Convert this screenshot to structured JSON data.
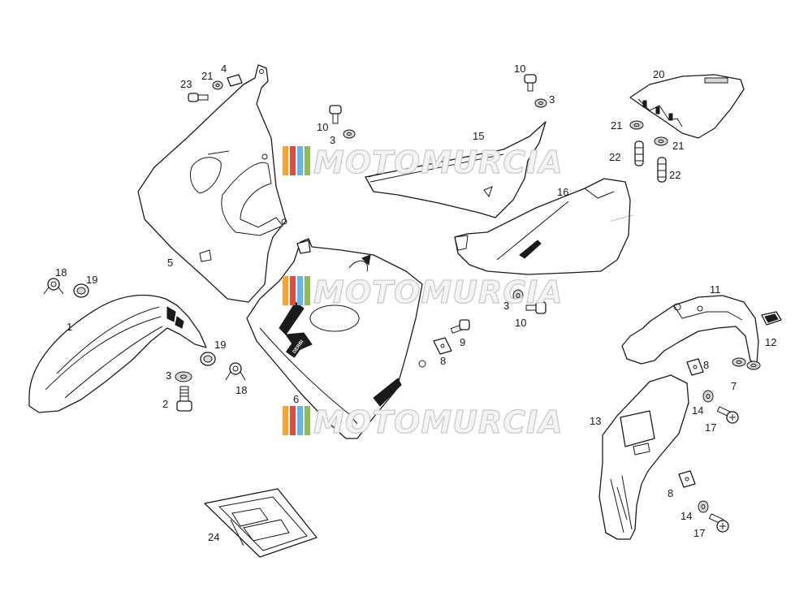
{
  "watermark": {
    "text": "MOTOMURCIA",
    "stripe_colors": [
      "#f2a33a",
      "#e8473b",
      "#6db3e8",
      "#8cc152"
    ]
  },
  "decal": {
    "text": "DERBI"
  },
  "labels": [
    {
      "id": "l1",
      "text": "1"
    },
    {
      "id": "l2",
      "text": "2"
    },
    {
      "id": "l3a",
      "text": "3"
    },
    {
      "id": "l3b",
      "text": "3"
    },
    {
      "id": "l3c",
      "text": "3"
    },
    {
      "id": "l3d",
      "text": "3"
    },
    {
      "id": "l4",
      "text": "4"
    },
    {
      "id": "l5",
      "text": "5"
    },
    {
      "id": "l6",
      "text": "6"
    },
    {
      "id": "l7",
      "text": "7"
    },
    {
      "id": "l8a",
      "text": "8"
    },
    {
      "id": "l8b",
      "text": "8"
    },
    {
      "id": "l8c",
      "text": "8"
    },
    {
      "id": "l9",
      "text": "9"
    },
    {
      "id": "l10a",
      "text": "10"
    },
    {
      "id": "l10b",
      "text": "10"
    },
    {
      "id": "l10c",
      "text": "10"
    },
    {
      "id": "l11",
      "text": "11"
    },
    {
      "id": "l12",
      "text": "12"
    },
    {
      "id": "l13",
      "text": "13"
    },
    {
      "id": "l14a",
      "text": "14"
    },
    {
      "id": "l14b",
      "text": "14"
    },
    {
      "id": "l15",
      "text": "15"
    },
    {
      "id": "l16",
      "text": "16"
    },
    {
      "id": "l17a",
      "text": "17"
    },
    {
      "id": "l17b",
      "text": "17"
    },
    {
      "id": "l18a",
      "text": "18"
    },
    {
      "id": "l18b",
      "text": "18"
    },
    {
      "id": "l19a",
      "text": "19"
    },
    {
      "id": "l19b",
      "text": "19"
    },
    {
      "id": "l20",
      "text": "20"
    },
    {
      "id": "l21a",
      "text": "21"
    },
    {
      "id": "l21b",
      "text": "21"
    },
    {
      "id": "l21c",
      "text": "21"
    },
    {
      "id": "l22a",
      "text": "22"
    },
    {
      "id": "l22b",
      "text": "22"
    },
    {
      "id": "l23",
      "text": "23"
    },
    {
      "id": "l24",
      "text": "24"
    }
  ]
}
